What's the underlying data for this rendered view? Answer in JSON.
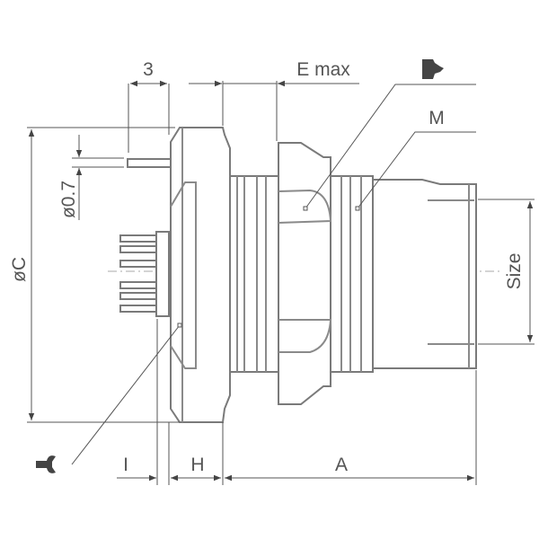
{
  "labels": {
    "pitch": "3",
    "e_max": "E max",
    "m": "M",
    "diameter_c": "øC",
    "pin_diameter": "ø0.7",
    "size": "Size",
    "i": "I",
    "h": "H",
    "a": "A"
  },
  "icons": {
    "top_right": "panel-nut-icon",
    "bottom_left": "wrench-icon"
  }
}
